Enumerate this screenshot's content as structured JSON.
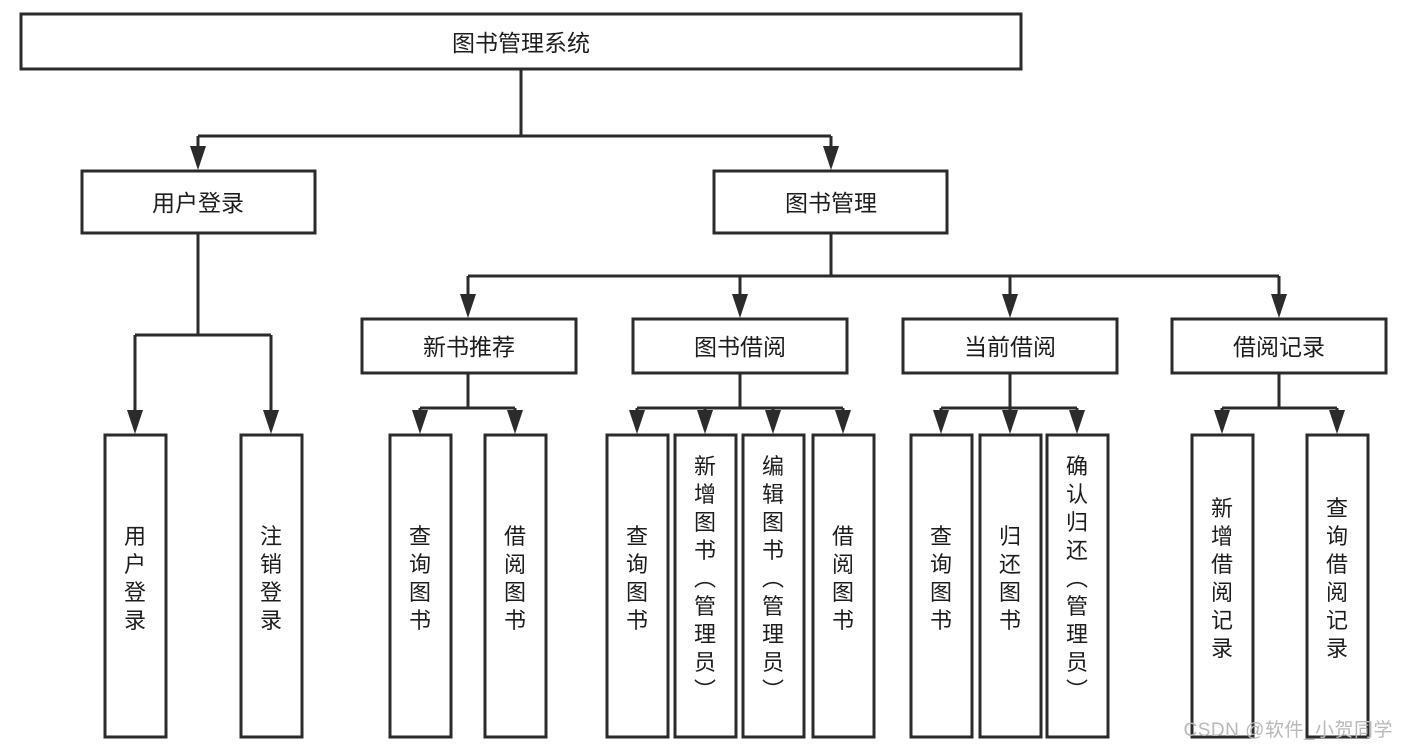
{
  "diagram": {
    "type": "tree-hierarchy",
    "title": "图书管理系统",
    "watermark": "CSDN @软件_小贺同学",
    "colors": {
      "background": "#ffffff",
      "stroke": "#2b2b2b",
      "box_fill": "#ffffff",
      "text": "#1d1d1d",
      "watermark": "#b9b9b9"
    },
    "root": {
      "label": "图书管理系统",
      "orientation": "horizontal"
    },
    "level2": [
      {
        "label": "用户登录",
        "orientation": "horizontal"
      },
      {
        "label": "图书管理",
        "orientation": "horizontal"
      }
    ],
    "level3": [
      {
        "label": "新书推荐",
        "orientation": "horizontal"
      },
      {
        "label": "图书借阅",
        "orientation": "horizontal"
      },
      {
        "label": "当前借阅",
        "orientation": "horizontal"
      },
      {
        "label": "借阅记录",
        "orientation": "horizontal"
      }
    ],
    "leaves": {
      "user_login": [
        {
          "label": "用户登录",
          "orientation": "vertical"
        },
        {
          "label": "注销登录",
          "orientation": "vertical"
        }
      ],
      "new_book_recommend": [
        {
          "label": "查询图书",
          "orientation": "vertical"
        },
        {
          "label": "借阅图书",
          "orientation": "vertical"
        }
      ],
      "book_borrow": [
        {
          "label": "查询图书",
          "orientation": "vertical"
        },
        {
          "label": "新增图书（管理员）",
          "orientation": "vertical"
        },
        {
          "label": "编辑图书（管理员）",
          "orientation": "vertical"
        },
        {
          "label": "借阅图书",
          "orientation": "vertical"
        }
      ],
      "current_borrow": [
        {
          "label": "查询图书",
          "orientation": "vertical"
        },
        {
          "label": "归还图书",
          "orientation": "vertical"
        },
        {
          "label": "确认归还（管理员）",
          "orientation": "vertical"
        }
      ],
      "borrow_record": [
        {
          "label": "新增借阅记录",
          "orientation": "vertical"
        },
        {
          "label": "查询借阅记录",
          "orientation": "vertical"
        }
      ]
    }
  }
}
